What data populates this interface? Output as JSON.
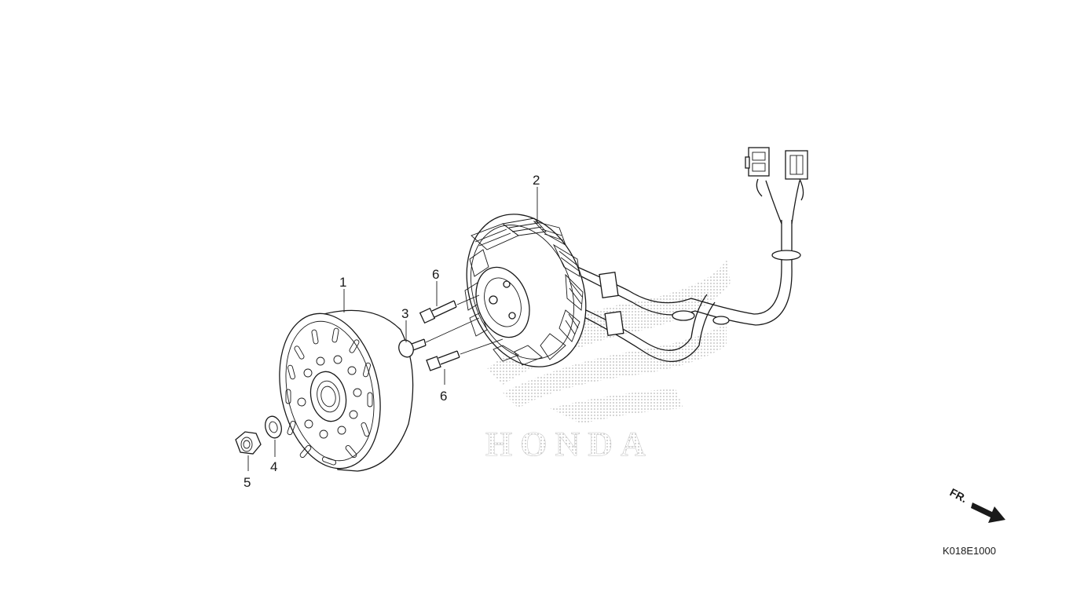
{
  "watermark": {
    "text": "HONDA"
  },
  "callouts": {
    "flywheel": "1",
    "stator": "2",
    "washer_bolt": "3",
    "washer": "4",
    "nut": "5",
    "bolt_upper": "6",
    "bolt_lower": "6"
  },
  "front_indicator": {
    "label": "FR."
  },
  "diagram_code": "K018E1000",
  "icons": {
    "front": "arrow-right-down-icon"
  },
  "colors": {
    "line": "#1a1a1a",
    "watermark": "#c9c9c9",
    "background": "#ffffff"
  }
}
